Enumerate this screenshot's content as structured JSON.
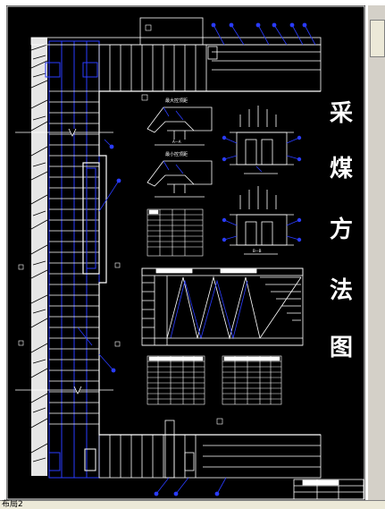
{
  "drawing": {
    "title_chars": [
      "采",
      "煤",
      "方",
      "法",
      "图"
    ],
    "label_plan_a": "最大控顶距",
    "label_plan_b": "最小控顶距",
    "label_sect_a": "A—A",
    "label_sect_b": "B—B"
  },
  "layout_tabs": {
    "active_label": "布局2"
  },
  "colors": {
    "background": "#000000",
    "drawing_blue": "#2a3cff",
    "drawing_white": "#ffffff",
    "ui_gray": "#d4d0c8"
  }
}
